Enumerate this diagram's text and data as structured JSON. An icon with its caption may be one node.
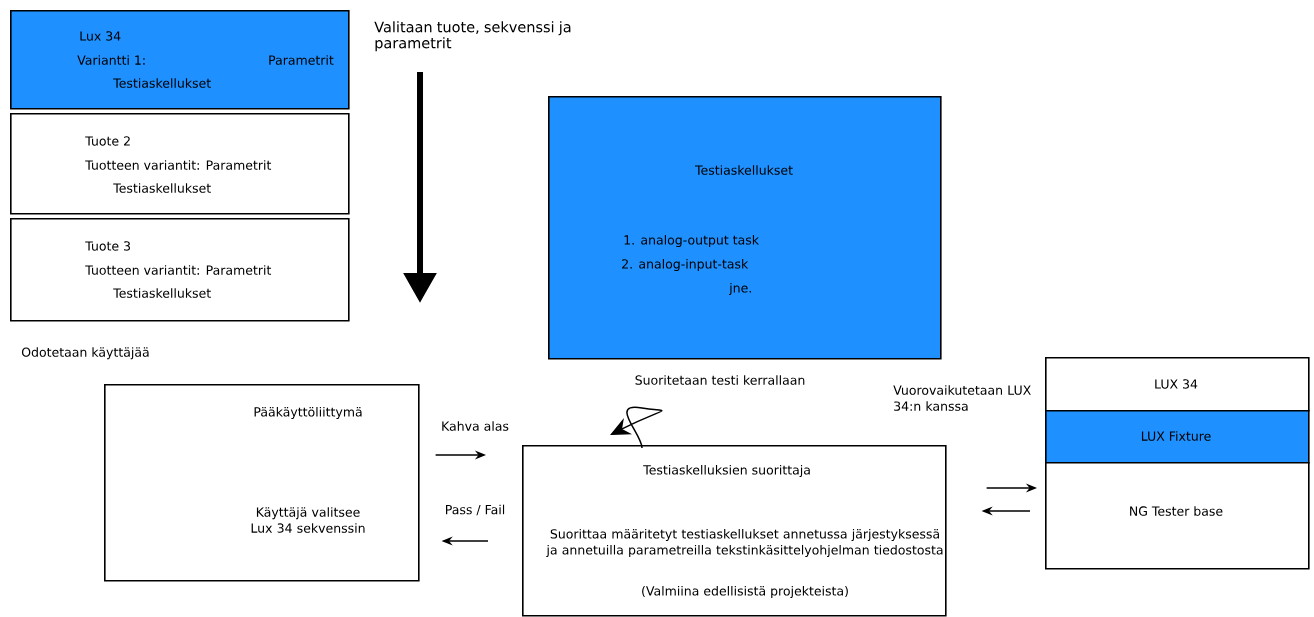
{
  "diagram": {
    "nodes": [
      {
        "text": [
          "Lux 34",
          "Variantti 1:",
          "Parametrit",
          "Testiaskellukset"
        ]
      },
      {
        "text": [
          "Tuote 2",
          "Tuotteen variantit: Parametrit",
          "Testiaskellukset"
        ]
      },
      {
        "text": [
          "Tuote 3",
          "Tuotteen variantit: Parametrit",
          "Testiaskellukset"
        ]
      },
      {
        "text": [
          "Testiaskellukset",
          "1. analog-output task",
          "2. analog-input-task",
          "jne."
        ]
      },
      {
        "text": [
          "Pääkäyttöliittymä",
          "Käyttäjä valitsee Lux 34 sekvenssin"
        ]
      },
      {
        "text": [
          "Testiaskelluksien suorittaja",
          "Suorittaa määritetyt testiaskellukset annetussa järjestyksessä ja annetuilla parametreilla tekstinkäsittelyohjelman tiedostosta",
          "(Valmiina edellisistä projekteista)"
        ]
      },
      {
        "text": [
          "LUX 34"
        ]
      },
      {
        "text": [
          "LUX Fixture"
        ]
      },
      {
        "text": [
          "NG Tester base"
        ]
      }
    ],
    "edges": [
      {
        "from": 4,
        "to": 5,
        "arrow": "to",
        "label": "Kahva alas"
      },
      {
        "from": 5,
        "to": 4,
        "arrow": "to",
        "label": "Pass / Fail"
      },
      {
        "from": 5,
        "to": 5,
        "arrow": "to",
        "label": "Suoritetaan testi kerrallaan"
      },
      {
        "from": 5,
        "to": 8,
        "arrow": "to"
      },
      {
        "from": 8,
        "to": 5,
        "arrow": "to"
      }
    ],
    "labels": [
      "Valitaan tuote, sekvenssi ja parametrit",
      "Odotetaan käyttäjää",
      "Vuorovaikutetaan LUX 34:n kanssa"
    ]
  }
}
